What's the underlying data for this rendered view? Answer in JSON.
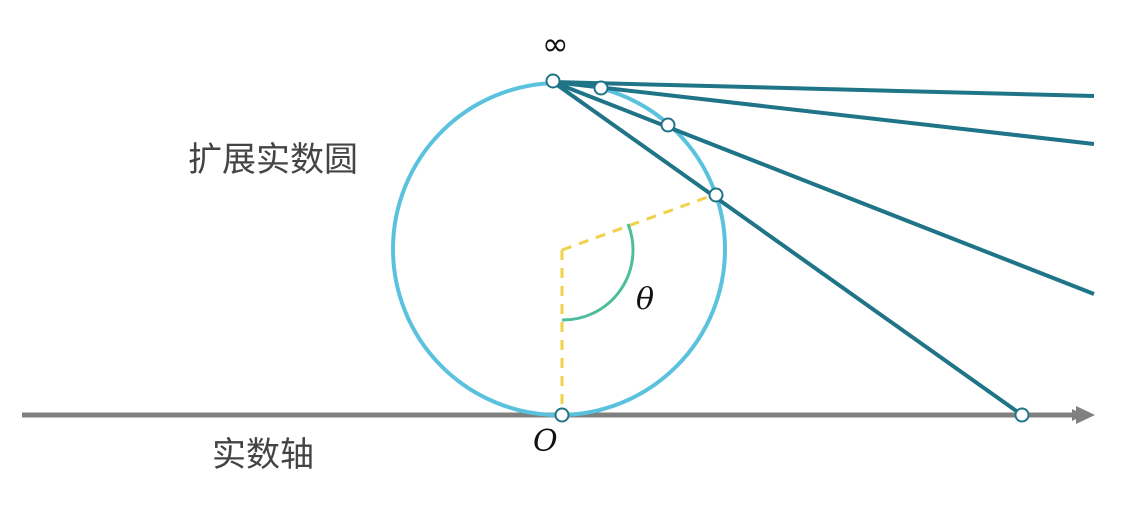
{
  "labels": {
    "circle_title": "扩展实数圆",
    "axis_title": "实数轴",
    "infinity": "∞",
    "origin": "O",
    "angle": "θ"
  },
  "colors": {
    "axis": "#808080",
    "circle": "#5bc2de",
    "projection_line": "#1f7487",
    "radius_dashed": "#f2d14a",
    "angle_arc": "#4dbd9c",
    "point_fill": "#ffffff",
    "point_stroke": "#1f7487"
  }
}
